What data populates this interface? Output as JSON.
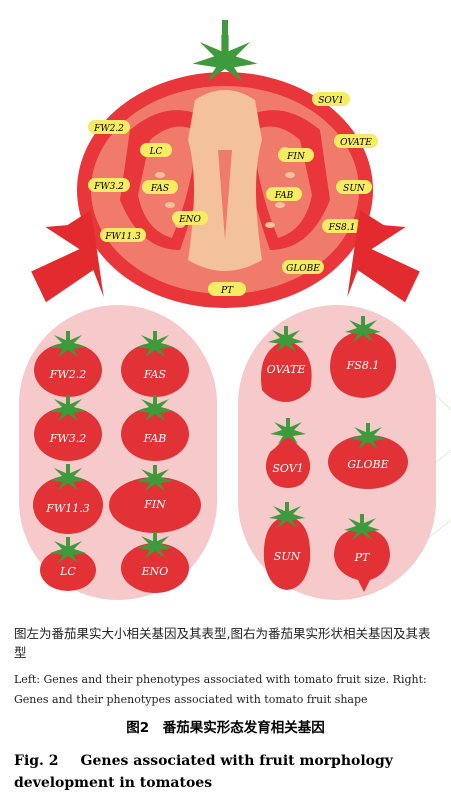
{
  "diagram": {
    "section_labels": {
      "FW2_2": "FW2.2",
      "LC": "LC",
      "FW3_2": "FW3.2",
      "FAS": "FAS",
      "ENO": "ENO",
      "FW11_3": "FW11.3",
      "SOV1": "SOV1",
      "FIN": "FIN",
      "OVATE": "OVATE",
      "FAB": "FAB",
      "SUN": "SUN",
      "FS8_1": "FS8.1",
      "GLOBE": "GLOBE",
      "PT": "PT"
    },
    "size_tomatoes": [
      "FW2.2",
      "FAS",
      "FW3.2",
      "FAB",
      "FW11.3",
      "FIN",
      "LC",
      "ENO"
    ],
    "shape_tomatoes": [
      "OVATE",
      "FS8.1",
      "SOV1",
      "GLOBE",
      "SUN",
      "PT"
    ],
    "colors": {
      "fruit_red": "#e8363b",
      "flesh_pink": "#f07b6a",
      "core": "#f4c29a",
      "label_yellow": "#f6ec63",
      "stem_green": "#3f9a3c",
      "panel_pink": "#f6c9cb"
    }
  },
  "caption": {
    "zh": "图左为番茄果实大小相关基因及其表型,图右为番茄果实形状相关基因及其表型",
    "en": "Left: Genes and their phenotypes associated with tomato fruit size. Right: Genes and their phenotypes associated with tomato fruit shape"
  },
  "figure_title": {
    "zh": "图2　番茄果实形态发育相关基因",
    "en_num": "Fig. 2",
    "en_text": "Genes associated with fruit morphology development in tomatoes"
  }
}
